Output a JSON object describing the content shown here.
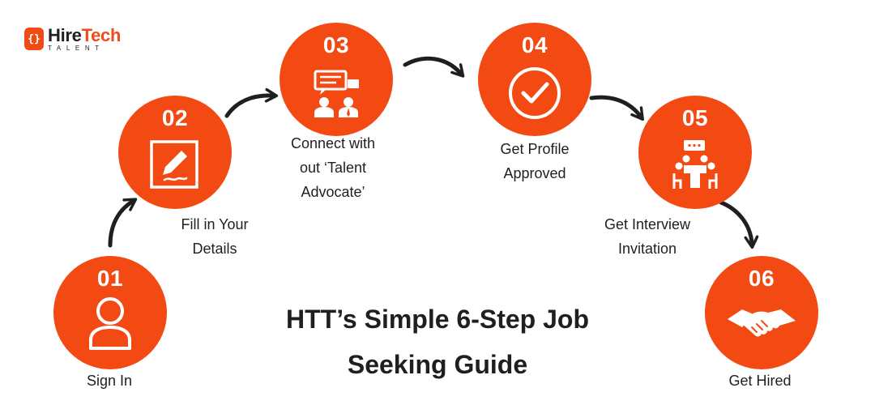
{
  "logo": {
    "mark": "{}",
    "name_a": "Hire",
    "name_b": "Tech",
    "sub": "TALENT"
  },
  "title": {
    "line1": "HTT’s Simple 6-Step Job",
    "line2": "Seeking Guide"
  },
  "steps": [
    {
      "num": "01",
      "icon": "user-icon",
      "caption": [
        "Sign In"
      ]
    },
    {
      "num": "02",
      "icon": "edit-form-icon",
      "caption": [
        "Fill in Your",
        "Details"
      ]
    },
    {
      "num": "03",
      "icon": "chat-meeting-icon",
      "caption": [
        "Connect with",
        "out ‘Talent",
        "Advocate’"
      ]
    },
    {
      "num": "04",
      "icon": "checkmark-icon",
      "caption": [
        "Get Profile",
        "Approved"
      ]
    },
    {
      "num": "05",
      "icon": "team-meeting-icon",
      "caption": [
        "Get Interview",
        "Invitation"
      ]
    },
    {
      "num": "06",
      "icon": "handshake-icon",
      "caption": [
        "Get Hired"
      ]
    }
  ],
  "colors": {
    "accent": "#f24a12",
    "text": "#1f1f1f",
    "background": "#ffffff"
  }
}
